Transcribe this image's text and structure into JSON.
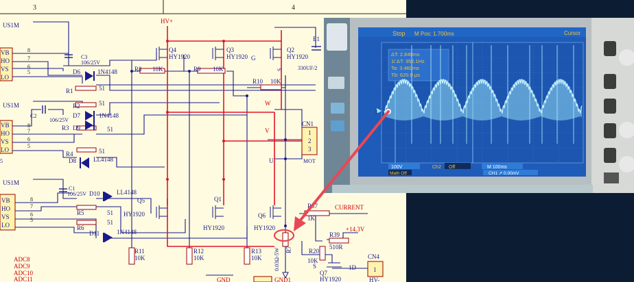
{
  "colors": {
    "schematic_bg": "#fffbe0",
    "wire": "#1a1a8c",
    "power_wire": "#e0142a",
    "label_red": "#cc0000",
    "component": "#9a0000",
    "page_bg": "#0c1c33",
    "scope_screen": "#1f5bb8",
    "trace": "#9fe8ff",
    "scope_text": "#f0c040",
    "arrow": "#e84855"
  },
  "schematic": {
    "zones": [
      "3",
      "4"
    ],
    "ics": [
      {
        "name": "US1M",
        "pins": [
          "VB",
          "HO",
          "VS",
          "LO"
        ],
        "pin_numbers": [
          "8",
          "7",
          "6",
          "5"
        ]
      },
      {
        "name": "US1M",
        "pins": [
          "VB",
          "HO",
          "VS",
          "LO"
        ],
        "pin_numbers": [
          "8",
          "7",
          "6",
          "5"
        ]
      },
      {
        "name": "US1M",
        "pins": [
          "VB",
          "HO",
          "VS",
          "LO"
        ],
        "pin_numbers": [
          "8",
          "7",
          "6",
          "5"
        ]
      }
    ],
    "capacitors": [
      {
        "ref": "C3",
        "value": "106/25V"
      },
      {
        "ref": "C2",
        "value": "106/25V"
      },
      {
        "ref": "C1",
        "value": "106/25V"
      },
      {
        "ref": "E1",
        "value": "330UF/2"
      }
    ],
    "diodes": [
      {
        "ref": "D6",
        "value": "1N4148"
      },
      {
        "ref": "D7",
        "value": "1N4148"
      },
      {
        "ref": "D9",
        "value": ""
      },
      {
        "ref": "D8",
        "value": "LL4148"
      },
      {
        "ref": "D10",
        "value": "LL4148"
      },
      {
        "ref": "D11",
        "value": "1N4148"
      }
    ],
    "resistors": [
      {
        "ref": "R1",
        "value": "51"
      },
      {
        "ref": "R2",
        "value": "51"
      },
      {
        "ref": "R3",
        "value": "51"
      },
      {
        "ref": "R4",
        "value": "51"
      },
      {
        "ref": "R5",
        "value": "51"
      },
      {
        "ref": "R6",
        "value": "51"
      },
      {
        "ref": "R8",
        "value": "10K"
      },
      {
        "ref": "R9",
        "value": "10K"
      },
      {
        "ref": "R10",
        "value": "10K"
      },
      {
        "ref": "R11",
        "value": "10K"
      },
      {
        "ref": "R12",
        "value": "10K"
      },
      {
        "ref": "R13",
        "value": "10K"
      },
      {
        "ref": "R7",
        "value": "0.03Ω-5W"
      },
      {
        "ref": "R37",
        "value": "1K"
      },
      {
        "ref": "R39",
        "value": "510R"
      },
      {
        "ref": "R20",
        "value": "10K"
      }
    ],
    "mosfets": [
      {
        "ref": "Q4",
        "value": "HY1920"
      },
      {
        "ref": "Q3",
        "value": "HY1920"
      },
      {
        "ref": "Q2",
        "value": "HY1920"
      },
      {
        "ref": "Q5",
        "value": "HY1920"
      },
      {
        "ref": "Q1",
        "value": "HY1920"
      },
      {
        "ref": "Q6",
        "value": "HY1920"
      },
      {
        "ref": "Q7",
        "value": "HY1920"
      }
    ],
    "nets": {
      "hv": "HV+",
      "w": "W",
      "v": "V",
      "u": "U",
      "current": "CURRENT",
      "v14": "+14.3V",
      "gnd": "GND",
      "gnd1": "GND1",
      "hv_minus": "HV-",
      "adc": [
        "ADC8",
        "ADC9",
        "ADC10",
        "ADC11"
      ]
    },
    "connectors": [
      {
        "ref": "CN1",
        "value": "MOT",
        "pins": [
          "1",
          "2",
          "3"
        ]
      },
      {
        "ref": "CN4",
        "value": "",
        "pins": [
          "1"
        ]
      }
    ],
    "misc": {
      "d1": "1D",
      "g": "G",
      "s": "S",
      "s7": "S"
    }
  },
  "oscilloscope": {
    "status": "Stop",
    "position": "M Pos: 1.700ms",
    "mode": "Cursor",
    "cursor_readout": [
      "ΔT:  2.840ms",
      "1/ ΔT:  352.1Hz",
      "Ta:  3.460ms",
      "Tb:  620.0 μs"
    ],
    "ch1_marker": "1",
    "ch1_scale": "100V",
    "ch2_label": "Ch2",
    "ch2_state": "Off",
    "timebase": "M 100ms",
    "trigger": "CH1 ↗ 0.00mV",
    "math": "Math   Off"
  }
}
